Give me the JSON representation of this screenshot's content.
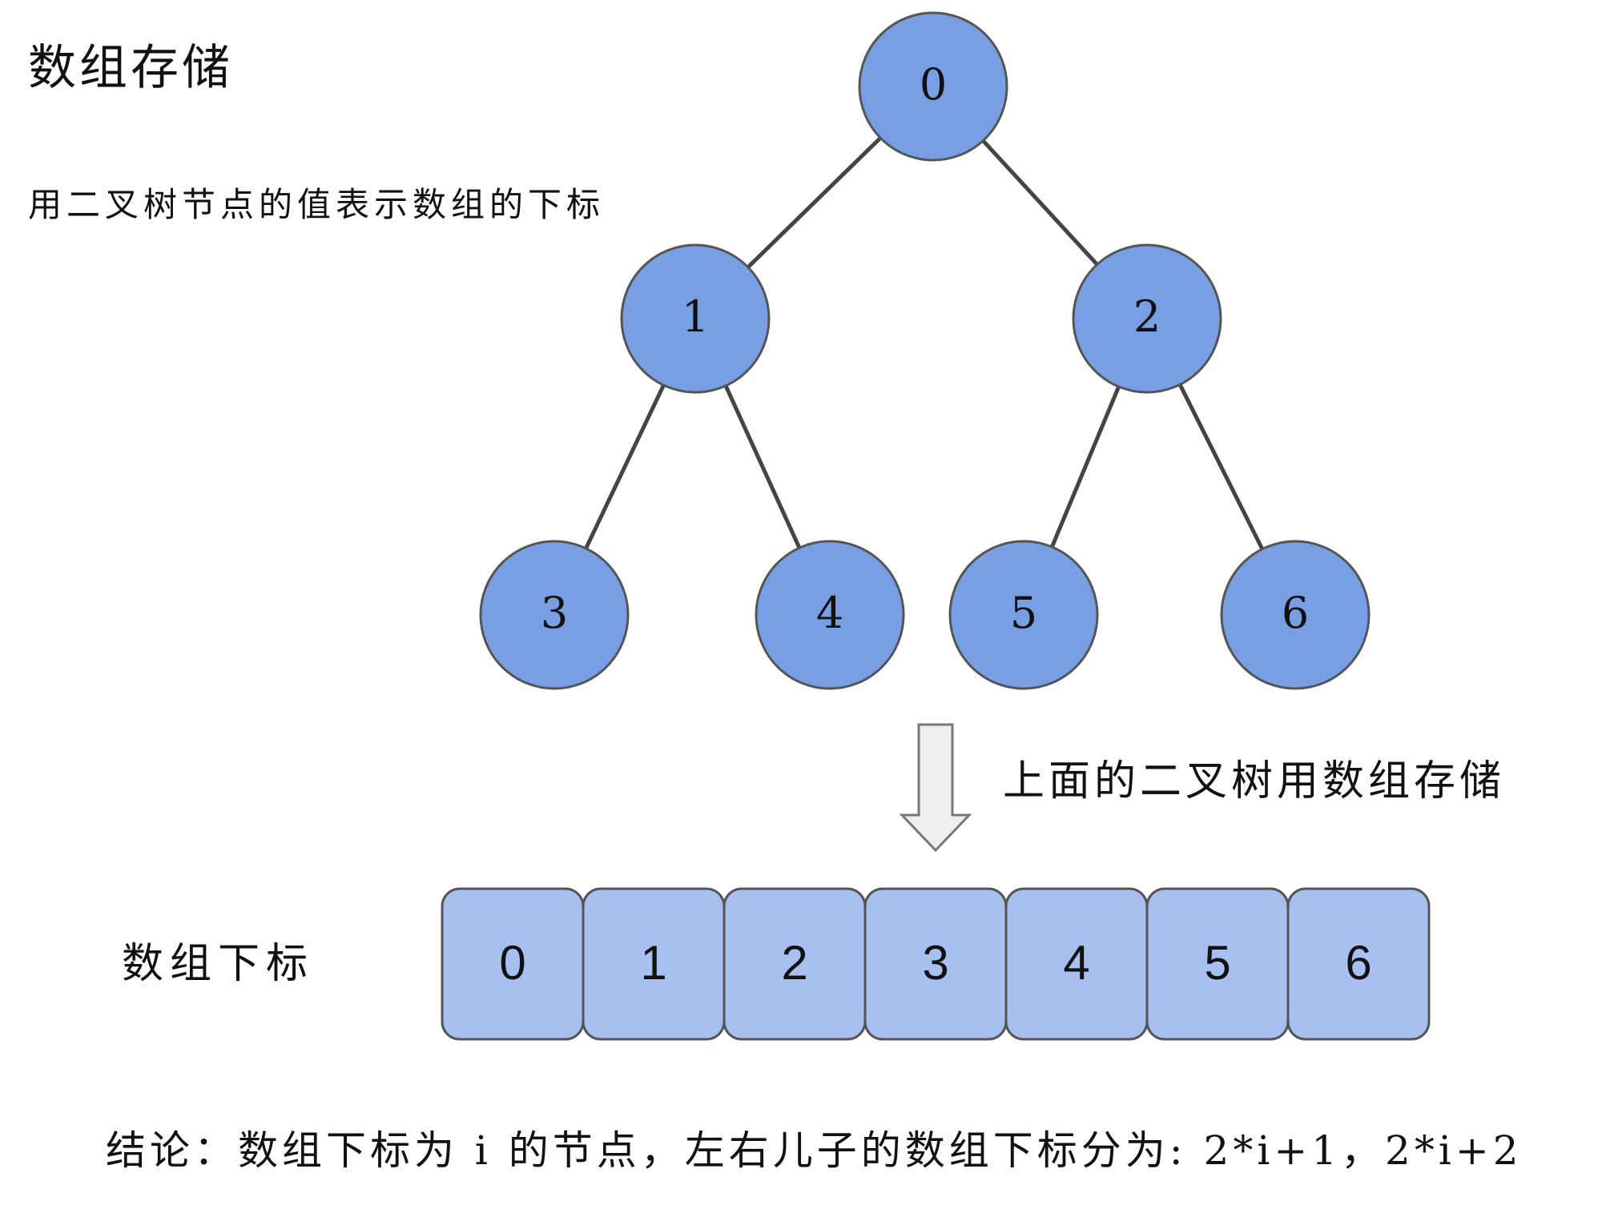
{
  "title": "数组存储",
  "subtitle": "用二叉树节点的值表示数组的下标",
  "tree": {
    "nodes": [
      "0",
      "1",
      "2",
      "3",
      "4",
      "5",
      "6"
    ],
    "edges": [
      [
        0,
        1
      ],
      [
        0,
        2
      ],
      [
        1,
        3
      ],
      [
        1,
        4
      ],
      [
        2,
        5
      ],
      [
        2,
        6
      ]
    ]
  },
  "arrow_caption": "上面的二叉树用数组存储",
  "array": {
    "label": "数组下标",
    "cells": [
      "0",
      "1",
      "2",
      "3",
      "4",
      "5",
      "6"
    ]
  },
  "conclusion": "结论：数组下标为 i 的节点，左右儿子的数组下标分为: 2*i+1，2*i+2",
  "colors": {
    "node_fill": "#789fe4",
    "node_stroke": "#555555",
    "cell_fill": "#a8c0f0",
    "cell_stroke": "#555555",
    "edge": "#444444",
    "arrow_fill": "#eeeeee",
    "arrow_stroke": "#777777"
  }
}
